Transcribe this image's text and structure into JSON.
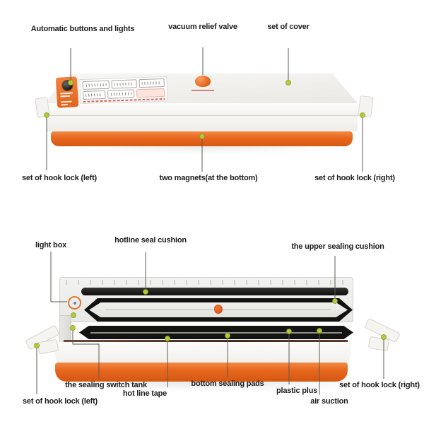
{
  "colors": {
    "accent_orange": "#e8671f",
    "marker_green": "#b5cb35",
    "strip_black": "#141414",
    "label_text": "#1d1d1d"
  },
  "top_view": {
    "labels": [
      {
        "id": "automatic-buttons-and-lights",
        "text": "Automatic buttons and lights"
      },
      {
        "id": "vacuum-relief-valve",
        "text": "vacuum relief valve"
      },
      {
        "id": "set-of-cover",
        "text": "set of cover"
      },
      {
        "id": "set-of-hook-lock-left",
        "text": "set of hook lock (left)"
      },
      {
        "id": "two-magnets",
        "text": "two magnets(at the bottom)"
      },
      {
        "id": "set-of-hook-lock-right",
        "text": "set of hook lock (right)"
      }
    ]
  },
  "bottom_view": {
    "labels": [
      {
        "id": "light-box",
        "text": "light box"
      },
      {
        "id": "hotline-seal-cushion",
        "text": "hotline seal cushion"
      },
      {
        "id": "the-upper-sealing-cushion",
        "text": "the upper sealing cushion"
      },
      {
        "id": "the-sealing-switch-tank",
        "text": "the sealing switch tank"
      },
      {
        "id": "set-of-hook-lock-left",
        "text": "set of hook lock (left)"
      },
      {
        "id": "hot-line-tape",
        "text": "hot line tape"
      },
      {
        "id": "bottom-sealing-pads",
        "text": "bottom sealing pads"
      },
      {
        "id": "plastic-plus",
        "text": "plastic plus"
      },
      {
        "id": "air-suction",
        "text": "air suction"
      },
      {
        "id": "set-of-hook-lock-right",
        "text": "set of hook lock (right)"
      }
    ]
  }
}
